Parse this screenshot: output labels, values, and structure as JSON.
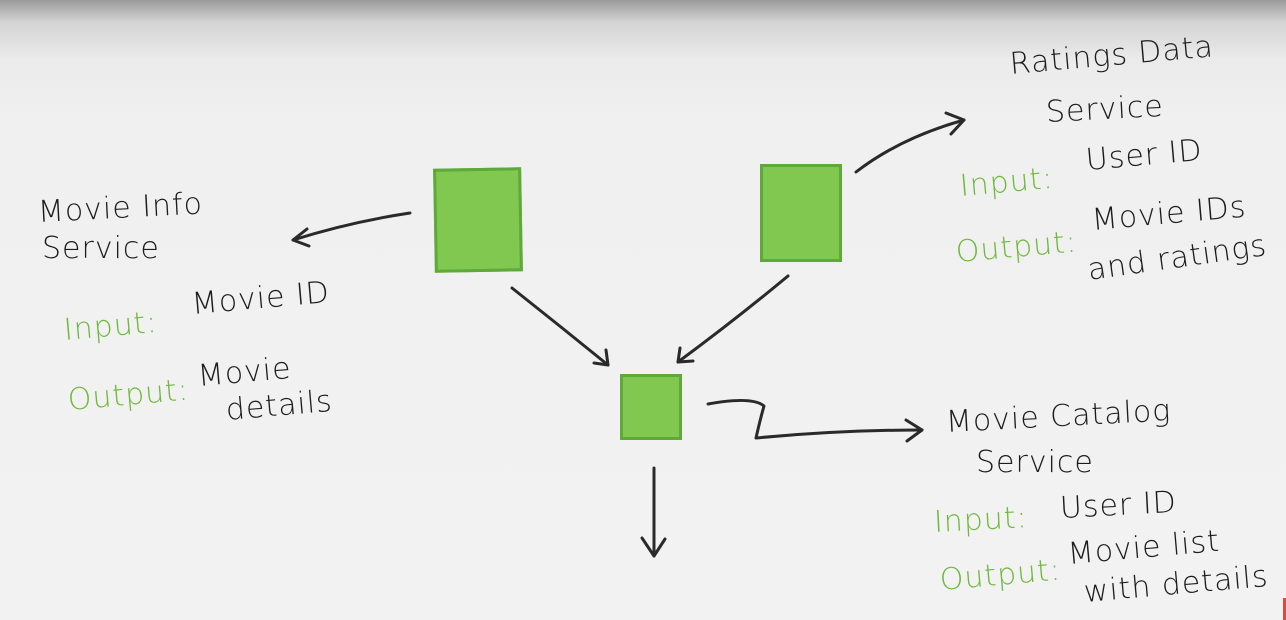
{
  "services": {
    "movie_info": {
      "title_line1": "Movie Info",
      "title_line2": "Service",
      "input_label": "Input:",
      "input_value": "Movie ID",
      "output_label": "Output:",
      "output_line1": "Movie",
      "output_line2": "details"
    },
    "ratings_data": {
      "title_line1": "Ratings Data",
      "title_line2": "Service",
      "input_label": "Input:",
      "input_value": "User ID",
      "output_label": "Output:",
      "output_line1": "Movie IDs",
      "output_line2": "and ratings"
    },
    "movie_catalog": {
      "title_line1": "Movie Catalog",
      "title_line2": "Service",
      "input_label": "Input:",
      "input_value": "User ID",
      "output_label": "Output:",
      "output_line1": "Movie list",
      "output_line2": "with details"
    }
  },
  "colors": {
    "box_fill": "#80c850",
    "box_border": "#5fa83a",
    "label_green": "#6fba3c",
    "ink": "#1c1c1c"
  }
}
